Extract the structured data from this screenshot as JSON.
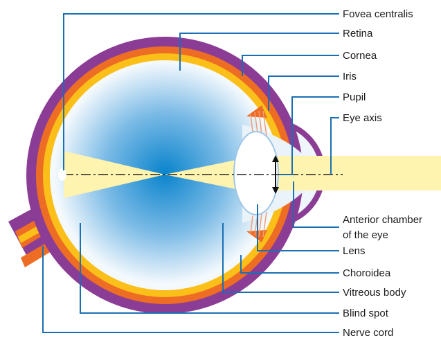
{
  "colors": {
    "sclera": "#8b3d96",
    "choroid": "#ee6d24",
    "retina": "#fbbf1a",
    "vitreous_center": "#0a84cc",
    "vitreous_edge": "#ffffff",
    "light_beam": "#fff3b0",
    "leader": "#1a6fb3",
    "zonule": "#f0a07a"
  },
  "labels": {
    "fovea_centralis": "Fovea centralis",
    "retina": "Retina",
    "cornea": "Cornea",
    "iris": "Iris",
    "pupil": "Pupil",
    "eye_axis": "Eye axis",
    "anterior_chamber_line1": "Anterior chamber",
    "anterior_chamber_line2": "of the eye",
    "lens": "Lens",
    "choroidea": "Choroidea",
    "vitreous_body": "Vitreous body",
    "blind_spot": "Blind spot",
    "nerve_cord": "Nerve cord"
  }
}
